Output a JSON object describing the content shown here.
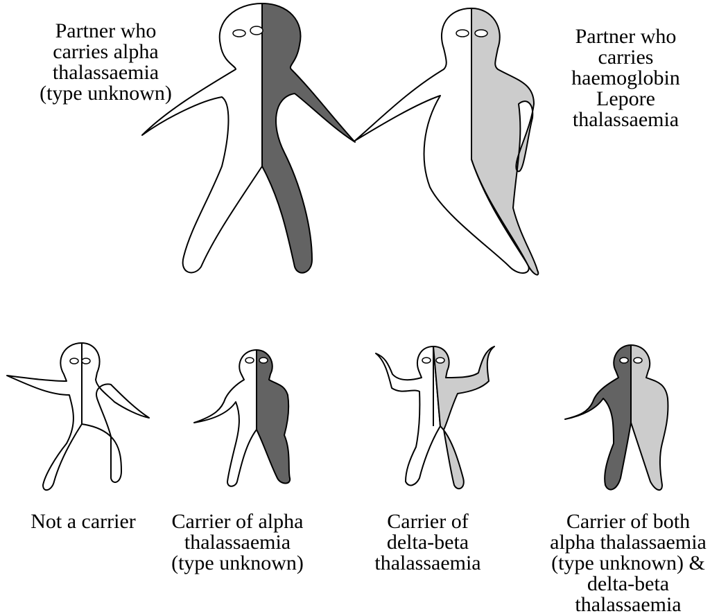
{
  "colors": {
    "alpha": "#636363",
    "delta_beta": "#cccccc",
    "none": "#ffffff",
    "outline": "#000000"
  },
  "parents": [
    {
      "label": "Partner who\ncarries alpha\nthalassaemia\n(type unknown)",
      "left": "none",
      "right": "alpha"
    },
    {
      "label": "Partner who\ncarries\nhaemoglobin\nLepore\nthalassaemia",
      "left": "none",
      "right": "delta_beta"
    }
  ],
  "children": [
    {
      "label": "Not a carrier",
      "left": "none",
      "right": "none"
    },
    {
      "label": "Carrier of alpha\nthalassaemia\n(type unknown)",
      "left": "none",
      "right": "alpha"
    },
    {
      "label": "Carrier of\ndelta-beta\nthalassaemia",
      "left": "none",
      "right": "delta_beta"
    },
    {
      "label": "Carrier of both\nalpha thalassaemia\n(type unknown) &\ndelta-beta\nthalassaemia",
      "left": "alpha",
      "right": "delta_beta"
    }
  ]
}
